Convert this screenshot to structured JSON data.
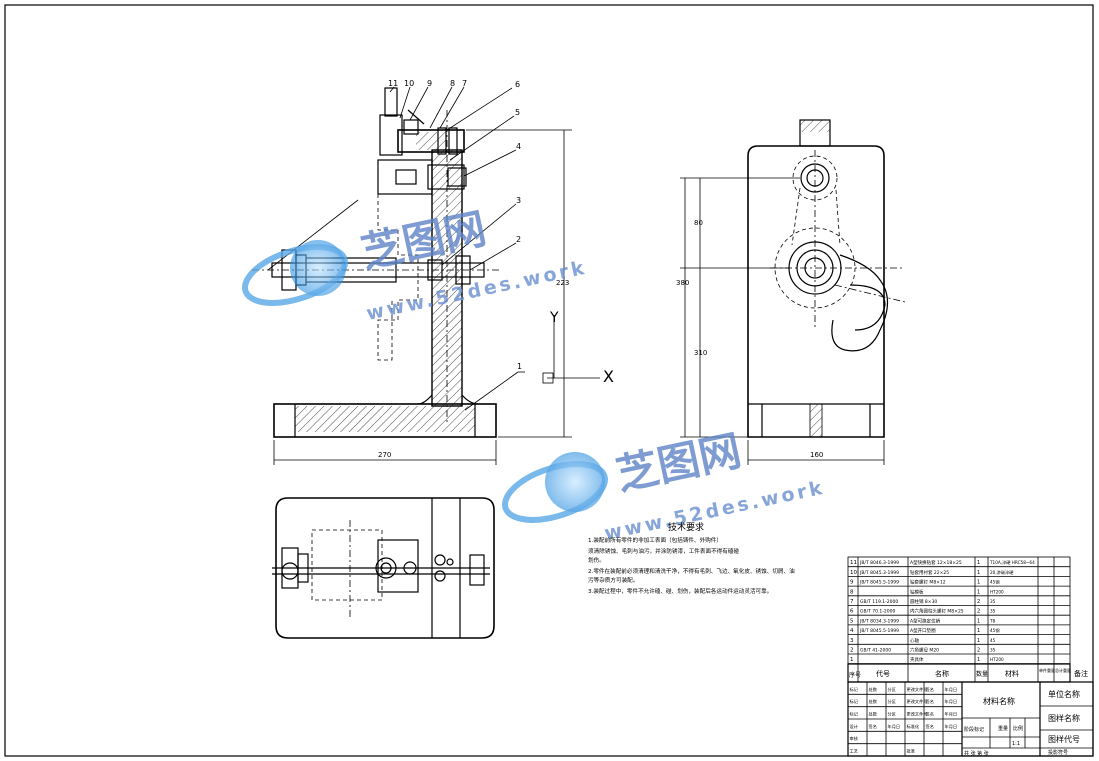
{
  "drawing": {
    "dimensions": {
      "base_width": "270",
      "overall_height": "223",
      "side_upper": "80",
      "side_lower": "310",
      "side_total": "380",
      "side_width": "160"
    },
    "balloons": [
      "1",
      "2",
      "3",
      "4",
      "5",
      "6",
      "7",
      "8",
      "9",
      "10",
      "11"
    ],
    "axes": {
      "y_label": "Y",
      "x_label": "X"
    }
  },
  "watermarks": [
    {
      "brand": "芝图网",
      "url": "www.52des.work"
    },
    {
      "brand": "芝图网",
      "url": "www.52des.work"
    }
  ],
  "notes": {
    "title": "技术要求",
    "lines": [
      "1.装配前所有零件的非加工表面（包括铸件、外购件）",
      "须清除锈蚀、毛刺与油污，并涂防锈漆，工件表面不得有磕碰",
      "划伤。",
      "2.零件在装配前必须清理和清洗干净，不得有毛刺、飞边、氧化皮、锈蚀、切屑、油",
      "污等杂质方可装配。",
      "3.装配过程中，零件不允许磕、碰、划伤，装配后各运动件运动灵活可靠。"
    ]
  },
  "bom": {
    "rows": [
      {
        "no": "11",
        "code": "JB/T 8046.3-1999",
        "name": "A型快换钻套 12×18×25",
        "qty": "1",
        "material": "T10A,淬硬 HRC58~64",
        "note": ""
      },
      {
        "no": "10",
        "code": "JB/T 8045.3-1999",
        "name": "钻套用衬套 22×25",
        "qty": "1",
        "material": "20,渗碳淬硬",
        "note": ""
      },
      {
        "no": "9",
        "code": "JB/T 8045.5-1999",
        "name": "钻套螺钉 M8×12",
        "qty": "1",
        "material": "45钢",
        "note": ""
      },
      {
        "no": "8",
        "code": "",
        "name": "钻模板",
        "qty": "1",
        "material": "HT200",
        "note": ""
      },
      {
        "no": "7",
        "code": "GB/T 119.1-2000",
        "name": "圆柱销 8×30",
        "qty": "2",
        "material": "35",
        "note": ""
      },
      {
        "no": "6",
        "code": "GB/T 70.1-2000",
        "name": "内六角圆柱头螺钉 M8×25",
        "qty": "2",
        "material": "35",
        "note": ""
      },
      {
        "no": "5",
        "code": "JB/T 8034.3-1999",
        "name": "A型可换定位销",
        "qty": "1",
        "material": "T8",
        "note": ""
      },
      {
        "no": "4",
        "code": "JB/T 8045.5-1999",
        "name": "A型开口垫圈",
        "qty": "1",
        "material": "45钢",
        "note": ""
      },
      {
        "no": "3",
        "code": "",
        "name": "心轴",
        "qty": "1",
        "material": "45",
        "note": ""
      },
      {
        "no": "2",
        "code": "GB/T 41-2000",
        "name": "六角螺母 M20",
        "qty": "2",
        "material": "35",
        "note": ""
      },
      {
        "no": "1",
        "code": "",
        "name": "夹具体",
        "qty": "1",
        "material": "HT200",
        "note": ""
      }
    ],
    "header": {
      "no": "序号",
      "code": "代号",
      "name": "名称",
      "qty": "数量",
      "material": "材料",
      "unit_weight": "单件重量",
      "total_weight": "总计重量",
      "note": "备注"
    }
  },
  "title_block": {
    "material_label": "材料名称",
    "unit_name": "单位名称",
    "drawing_name": "图样名称",
    "drawing_no": "图样代号",
    "left_rows": [
      [
        "标记",
        "处数",
        "分区",
        "更改文件号",
        "签名",
        "年月日"
      ],
      [
        "标记",
        "处数",
        "分区",
        "更改文件号",
        "签名",
        "年月日"
      ],
      [
        "标记",
        "处数",
        "分区",
        "更改文件号",
        "签名",
        "年月日"
      ],
      [
        "设计",
        "签名",
        "年月日",
        "标准化",
        "签名",
        "年月日"
      ],
      [
        "审核",
        "",
        "",
        "",
        "",
        ""
      ],
      [
        "工艺",
        "",
        "",
        "批准",
        "",
        ""
      ]
    ],
    "stage_label": "阶段标记",
    "weight_label": "重量",
    "scale_label": "比例",
    "scale_value": "1:1",
    "sheets": "共 张 第 张",
    "projection": "投影符号"
  }
}
